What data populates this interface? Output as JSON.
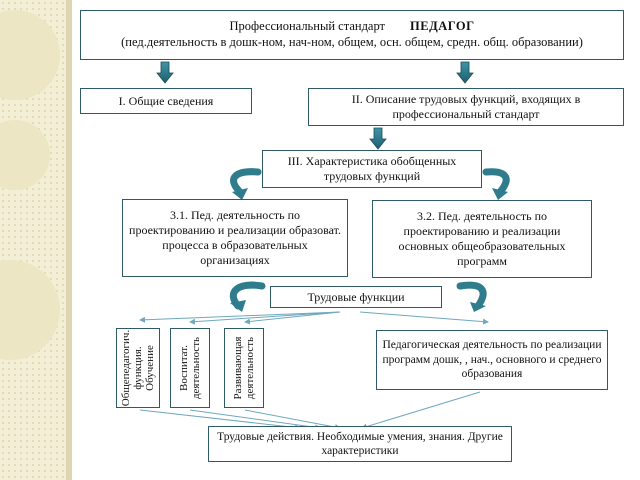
{
  "header": {
    "line1_prefix": "Профессиональный стандарт",
    "line1_bold": "ПЕДАГОГ",
    "line2": "(пед.деятельность в дошк-ном, нач-ном, общем, осн. общем, средн. общ. образовании)"
  },
  "section1": "I. Общие сведения",
  "section2": "II. Описание трудовых функций, входящих в профессиональный стандарт",
  "section3": "III. Характеристика обобщенных трудовых функций",
  "sub31": "3.1. Пед. деятельность по проектированию и реализации образоват. процесса в образовательных организациях",
  "sub32": "3.2. Пед. деятельность по проектированию и реализации основных общеобразовательных программ",
  "labor_functions": "Трудовые функции",
  "vertical": [
    "Общепедагогич.\nфункция.\nОбучение",
    "Воспитат.\nдеятельность",
    "Развивающая\nдеятельность"
  ],
  "ped_activity": "Педагогическая деятельность по реализации программ дошк, , нач., основного и среднего образования",
  "labor_actions": "Трудовые действия. Необходимые умения, знания. Другие характеристики",
  "colors": {
    "border": "#2e5a66",
    "arrow": "#2f7d8c",
    "line": "#6fa8bd"
  }
}
